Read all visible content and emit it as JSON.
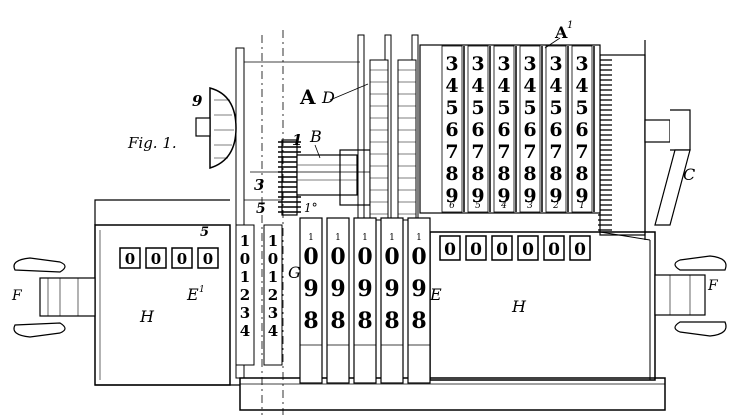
{
  "figure_title": "Fig. 1.",
  "labels": {
    "A": "A",
    "A_prime": "A",
    "A_prime_sup": "1",
    "D": "D",
    "B": "B",
    "C": "C",
    "E": "E",
    "E_prime": "E",
    "E_prime_sup": "1",
    "F_left": "F",
    "F_right": "F",
    "H_left": "H",
    "H_right": "H",
    "G": "G",
    "n1": "1",
    "n3": "3",
    "n5": "5",
    "n5b": "5",
    "n9": "9",
    "n10": "1°"
  },
  "top_wheels": {
    "digits": [
      "3",
      "4",
      "5",
      "6",
      "7",
      "8",
      "9"
    ],
    "column_numbers": [
      "6",
      "5",
      "4",
      "3",
      "2",
      "1"
    ]
  },
  "left_windows": [
    "0",
    "0",
    "0",
    "0"
  ],
  "right_windows": [
    "0",
    "0",
    "0",
    "0",
    "0",
    "0"
  ],
  "setting_wheels": {
    "small_digits": [
      "1",
      "0",
      "1",
      "2",
      "3",
      "4"
    ],
    "large_columns": 5,
    "large_digits": [
      "0",
      "9",
      "8"
    ],
    "top_small_digit": "1"
  },
  "colors": {
    "ink": "#000000",
    "paper": "#ffffff"
  }
}
